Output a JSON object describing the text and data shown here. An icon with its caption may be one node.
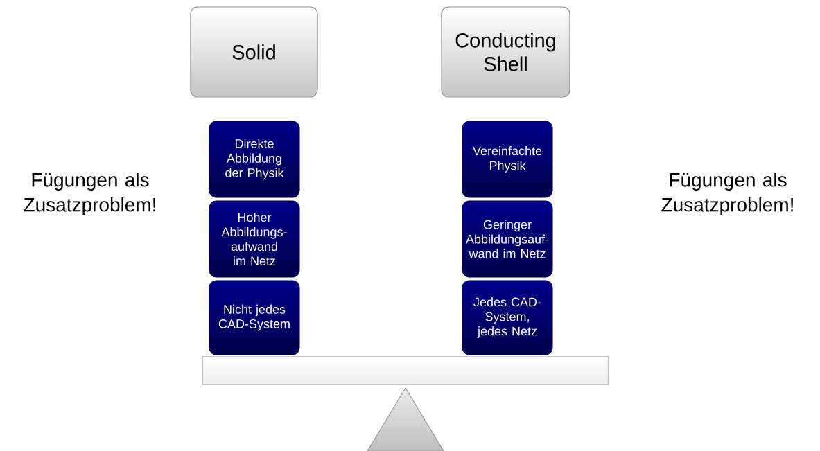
{
  "diagram": {
    "nodes": [
      {
        "text": [
          "Solid"
        ]
      },
      {
        "text": [
          "Conducting Shell"
        ]
      },
      {
        "text": [
          "Direkte Abbildung der Physik"
        ]
      },
      {
        "text": [
          "Hoher Abbildungs- aufwand im Netz"
        ]
      },
      {
        "text": [
          "Nicht jedes CAD-System"
        ]
      },
      {
        "text": [
          "Vereinfachte Physik"
        ]
      },
      {
        "text": [
          "Geringer Abbildungsauf- wand im Netz"
        ]
      },
      {
        "text": [
          "Jedes CAD-System, jedes Netz"
        ]
      }
    ],
    "labels": [
      "Fügungen als Zusatzproblem!",
      "Fügungen als Zusatzproblem!"
    ]
  }
}
